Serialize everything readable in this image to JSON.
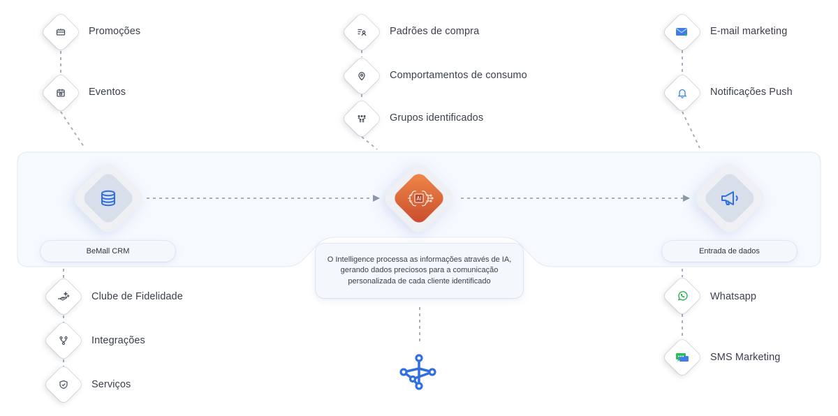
{
  "left_top": [
    {
      "label": "Promoções",
      "icon": "ticket-icon"
    },
    {
      "label": "Eventos",
      "icon": "calendar-icon"
    }
  ],
  "center_top": [
    {
      "label": "Padrões de compra",
      "icon": "list-user-icon"
    },
    {
      "label": "Comportamentos de consumo",
      "icon": "location-pin-icon"
    },
    {
      "label": "Grupos identificados",
      "icon": "group-icon"
    }
  ],
  "right_top": [
    {
      "label": "E-mail marketing",
      "icon": "email-icon"
    },
    {
      "label": "Notificações Push",
      "icon": "bell-icon"
    }
  ],
  "left_bottom": [
    {
      "label": "Clube de Fidelidade",
      "icon": "hand-sparkle-icon"
    },
    {
      "label": "Integrações",
      "icon": "branch-icon"
    },
    {
      "label": "Serviços",
      "icon": "shield-check-icon"
    }
  ],
  "right_bottom": [
    {
      "label": "Whatsapp",
      "icon": "whatsapp-icon"
    },
    {
      "label": "SMS Marketing",
      "icon": "sms-chat-icon"
    }
  ],
  "hubs": {
    "crm": {
      "label": "BeMall CRM",
      "icon": "database-icon"
    },
    "ai": {
      "label": "AI",
      "icon": "ai-brain-icon"
    },
    "output": {
      "label": "Entrada de dados",
      "icon": "megaphone-icon"
    }
  },
  "description": "O Intelligence processa as informações através de IA, gerando dados preciosos para a comunicação personalizada de cada cliente identificado",
  "bottom_logo": "network-logo-icon",
  "colors": {
    "accent": "#2f6fe0",
    "ai_orange": "#e4663a",
    "line": "#9aa3b2"
  }
}
